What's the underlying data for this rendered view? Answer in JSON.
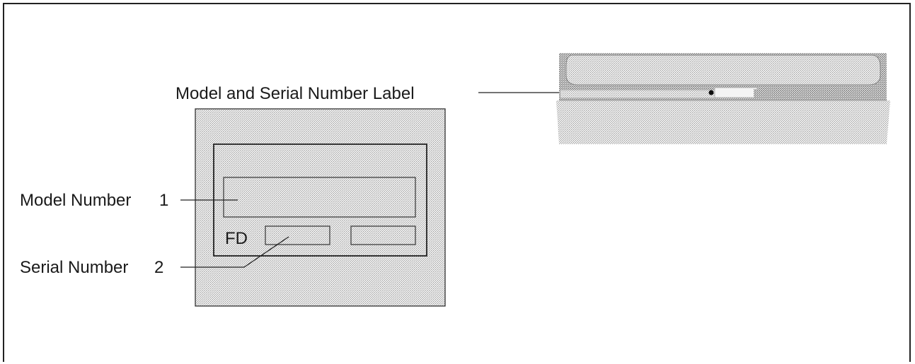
{
  "labels": {
    "model_serial_label": "Model and Serial Number Label",
    "model_number": "Model Number",
    "model_number_index": "1",
    "serial_number": "Serial Number",
    "serial_number_index": "2",
    "fd_prefix": "FD"
  },
  "colors": {
    "stipple_light": "#e6e6e6",
    "stipple_dark": "#bdbdbd",
    "line": "#222222"
  }
}
